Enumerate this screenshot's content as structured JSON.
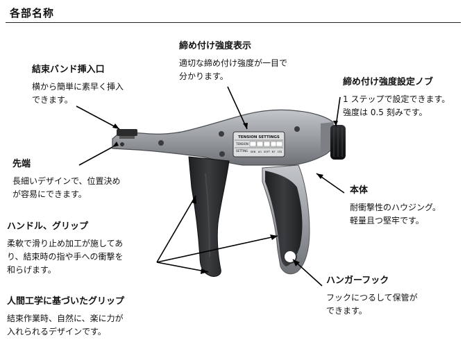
{
  "title": "各部名称",
  "labels": {
    "band_insert": {
      "heading": "結束バンド挿入口",
      "desc": "横から簡単に素早く挿入\nできます。"
    },
    "tip": {
      "heading": "先端",
      "desc": "長細いデザインで、位置決め\nが容易にできます。"
    },
    "handle": {
      "heading": "ハンドル、グリップ",
      "desc": "柔軟で滑り止め加工が施してあ\nり、結束時の指や手への衝撃を\n和らげます。"
    },
    "ergonomic": {
      "heading": "人間工学に基づいたグリップ",
      "desc": "結束作業時、自然に、楽に力が\n入れられるデザインです。"
    },
    "tension_display": {
      "heading": "締め付け強度表示",
      "desc": "適切な締め付け強度が一目で\n分かります。"
    },
    "tension_knob": {
      "heading": "締め付け強度設定ノブ",
      "desc": "1 ステップで設定できます。\n強度は 0.5 刻みです。"
    },
    "body": {
      "heading": "本体",
      "desc": "耐衝撃性のハウジング。\n軽量且つ堅牢です。"
    },
    "hanger": {
      "heading": "ハンガーフック",
      "desc": "フックにつるして保管が\nできます。"
    }
  },
  "panel": {
    "title": "TENSION SETTINGS",
    "row1_label": "TENSION",
    "row2_label": "SETTING",
    "cells": [
      "GEN",
      "#1",
      "SOFT",
      "NT",
      "LTD"
    ]
  },
  "colors": {
    "body": "#9a9ea3",
    "grip": "#2d2f31",
    "text": "#111111"
  }
}
